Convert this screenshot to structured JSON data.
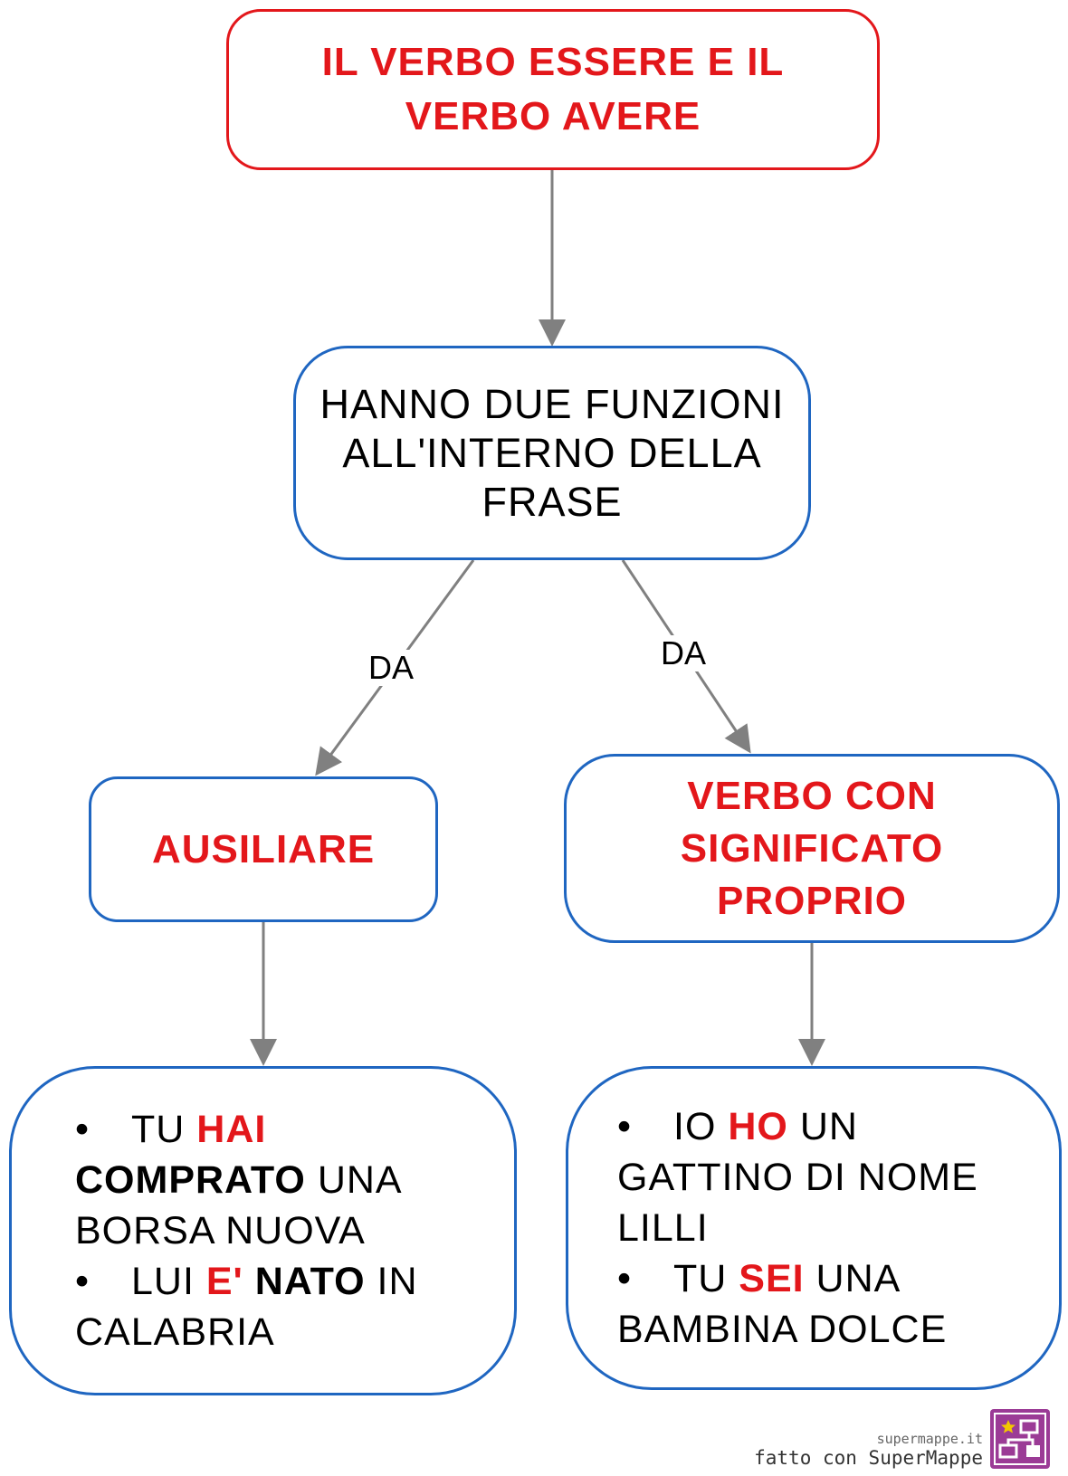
{
  "nodes": {
    "root": {
      "lines": [
        "IL VERBO ESSERE E IL",
        "VERBO AVERE"
      ]
    },
    "functions": {
      "lines": [
        "HANNO DUE FUNZIONI",
        "ALL'INTERNO DELLA",
        "FRASE"
      ]
    },
    "ausiliare": {
      "text": "AUSILIARE"
    },
    "proprio": {
      "lines": [
        "VERBO CON",
        "SIGNIFICATO",
        "PROPRIO"
      ]
    },
    "examples_left": {
      "bullet": "•",
      "ex1": {
        "w1": "TU",
        "verb": "HAI",
        "participle": "COMPRATO",
        "rest": "UNA",
        "line3": "BORSA NUOVA"
      },
      "ex2": {
        "w1": "LUI",
        "verb": "E'",
        "participle": "NATO",
        "rest": "IN",
        "line2": "CALABRIA"
      }
    },
    "examples_right": {
      "bullet": "•",
      "ex1": {
        "w1": "IO",
        "verb": "HO",
        "rest": "UN",
        "line2": "GATTINO DI NOME",
        "line3": "LILLI"
      },
      "ex2": {
        "w1": "TU",
        "verb": "SEI",
        "rest": "UNA",
        "line2": "BAMBINA DOLCE"
      }
    }
  },
  "edge_labels": {
    "left": "DA",
    "right": "DA"
  },
  "footer": {
    "site": "supermappe.it",
    "made_with": "fatto con SuperMappe"
  },
  "colors": {
    "root_border": "#e3171b",
    "node_border": "#1f66c1",
    "highlight_text": "#e3171b",
    "connector": "#808080"
  },
  "icons": {
    "logo": "supermappe-logo-icon"
  }
}
